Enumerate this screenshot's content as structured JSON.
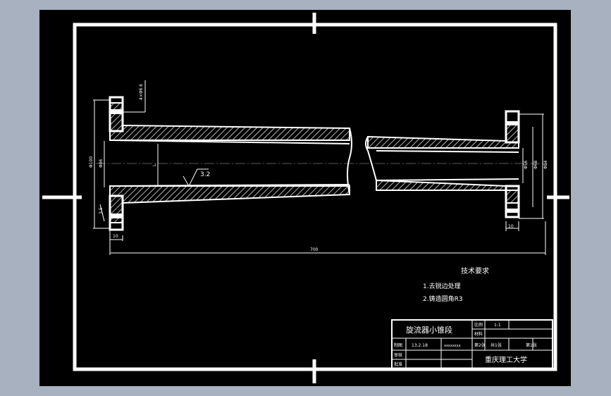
{
  "drawing": {
    "dimensions": {
      "holes": "4×Φ6.6",
      "dia_left_outer": "Φ100",
      "dia_left_inner": "Φ86",
      "length_mark": "L",
      "roughness": "3.2",
      "left_bottom_small": "3.5",
      "flange_thk_left": "10",
      "total_length": "700",
      "dia_right_1": "Φ56",
      "dia_right_2": "Φ68",
      "dia_right_3": "Φ84",
      "flange_thk_right": "10"
    },
    "requirements": {
      "title": "技术要求",
      "item1": "1.去锐边处理",
      "item2": "2.铸造圆角R3"
    },
    "title_block": {
      "part_name": "旋流器小锥段",
      "scale_label": "比例",
      "scale_value": "1:1",
      "material_label": "材料",
      "design_label": "制图",
      "design_date": "13.2.18",
      "student_id": "xxxxxxxx",
      "quantity_label": "共1张",
      "sheet_label": "第1张",
      "ratio_label": "第2张",
      "check_label": "审核",
      "approve_label": "批准",
      "school": "重庆理工大学"
    }
  }
}
